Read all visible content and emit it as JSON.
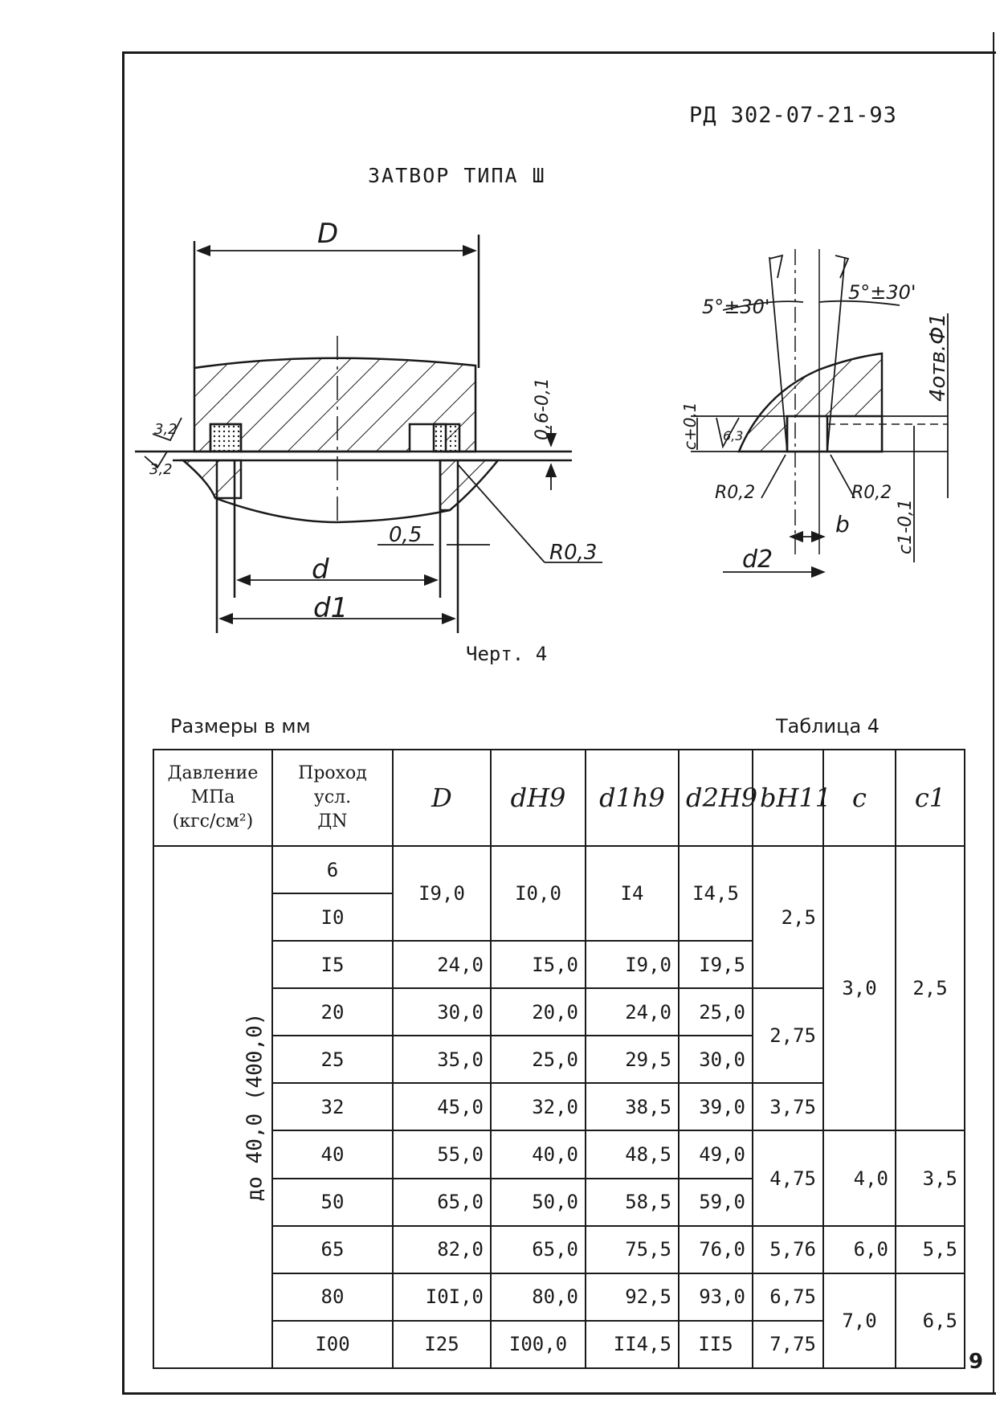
{
  "document_code": "РД 302-07-21-93",
  "title": "ЗАТВОР ТИПА Ш",
  "figure_caption": "Черт. 4",
  "drawing_labels": {
    "D": "D",
    "d": "d",
    "d1": "d1",
    "d2": "d2",
    "b": "b",
    "c": "c+0,1",
    "c1": "c1-0,1",
    "gap": "0,5",
    "depth": "0,6-0,1",
    "radius_left": "R0,3",
    "radius_1": "R0,2",
    "radius_2": "R0,2",
    "angle_left": "5°±30'",
    "angle_right": "5°±30'",
    "holes": "4отв.Ф1",
    "roughness_1": "3,2",
    "roughness_2": "3,2",
    "roughness_3": "6,3"
  },
  "units_note": "Размеры в мм",
  "table_label": "Таблица 4",
  "table": {
    "headers": {
      "pressure": [
        "Давление",
        "МПа",
        "(кгс/см²)"
      ],
      "passage": [
        "Проход",
        "усл.",
        "ДN"
      ],
      "D": "D",
      "dH9": "dH9",
      "d1h9": "d1h9",
      "d2H9": "d2H9",
      "bH11": "bH11",
      "c": "c",
      "c1": "c1"
    },
    "pressure_value": "до 40,0 (400,0)",
    "dn": [
      "6",
      "I0",
      "I5",
      "20",
      "25",
      "32",
      "40",
      "50",
      "65",
      "80",
      "I00"
    ],
    "D": [
      "I9,0",
      "24,0",
      "30,0",
      "35,0",
      "45,0",
      "55,0",
      "65,0",
      "82,0",
      "I0I,0",
      "I25"
    ],
    "dH9": [
      "I0,0",
      "I5,0",
      "20,0",
      "25,0",
      "32,0",
      "40,0",
      "50,0",
      "65,0",
      "80,0",
      "I00,0"
    ],
    "d1h9": [
      "I4",
      "I9,0",
      "24,0",
      "29,5",
      "38,5",
      "48,5",
      "58,5",
      "75,5",
      "92,5",
      "II4,5"
    ],
    "d2H9": [
      "I4,5",
      "I9,5",
      "25,0",
      "30,0",
      "39,0",
      "49,0",
      "59,0",
      "76,0",
      "93,0",
      "II5"
    ],
    "bH11": [
      "2,5",
      "2,75",
      "3,75",
      "4,75",
      "5,76",
      "6,75",
      "7,75"
    ],
    "c": [
      "3,0",
      "4,0",
      "6,0",
      "7,0"
    ],
    "c1": [
      "2,5",
      "3,5",
      "5,5",
      "6,5"
    ]
  },
  "page_mark": "9"
}
